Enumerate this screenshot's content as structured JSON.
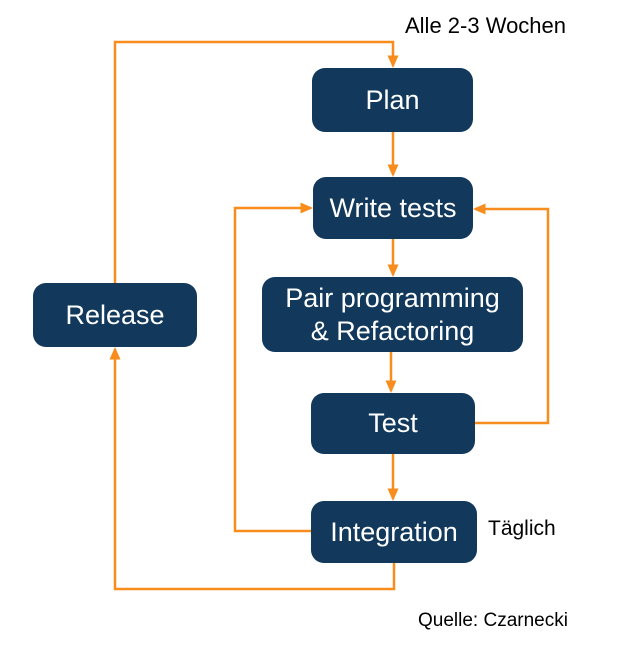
{
  "diagram": {
    "background": "#FFFFFF",
    "colors": {
      "node_fill": "#12395C",
      "node_text": "#FFFFFF",
      "arrow": "#F88C1C",
      "annotation_text": "#000000"
    },
    "nodes": {
      "plan": {
        "label": "Plan"
      },
      "write_tests": {
        "label": "Write tests"
      },
      "pair_programming": {
        "label_line1": "Pair programming",
        "label_line2": "& Refactoring"
      },
      "test": {
        "label": "Test"
      },
      "integration": {
        "label": "Integration"
      },
      "release": {
        "label": "Release"
      }
    },
    "annotations": {
      "cycle_weeks": "Alle 2-3 Wochen",
      "daily": "Täglich",
      "source": "Quelle: Czarnecki"
    },
    "edges": [
      {
        "from": "release",
        "to": "plan"
      },
      {
        "from": "plan",
        "to": "write_tests"
      },
      {
        "from": "write_tests",
        "to": "pair_programming"
      },
      {
        "from": "pair_programming",
        "to": "test"
      },
      {
        "from": "test",
        "to": "integration"
      },
      {
        "from": "integration",
        "to": "write_tests"
      },
      {
        "from": "test",
        "to": "write_tests"
      },
      {
        "from": "integration",
        "to": "release"
      }
    ]
  }
}
